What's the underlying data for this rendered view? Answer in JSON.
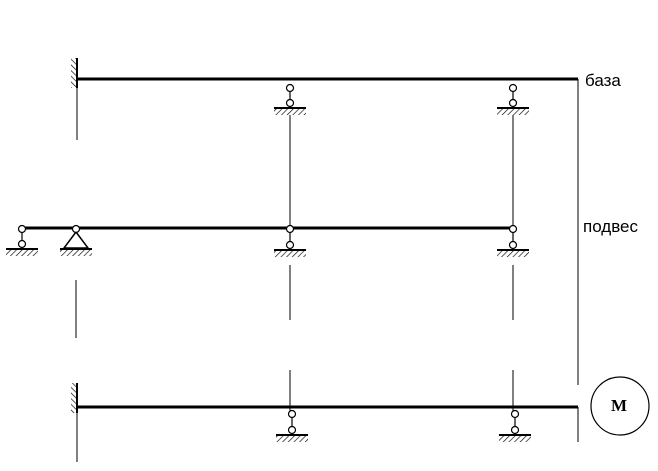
{
  "labels": {
    "base": "база",
    "suspension": "подвес",
    "motor": "M"
  },
  "colors": {
    "line": "#000000",
    "background": "#ffffff"
  }
}
